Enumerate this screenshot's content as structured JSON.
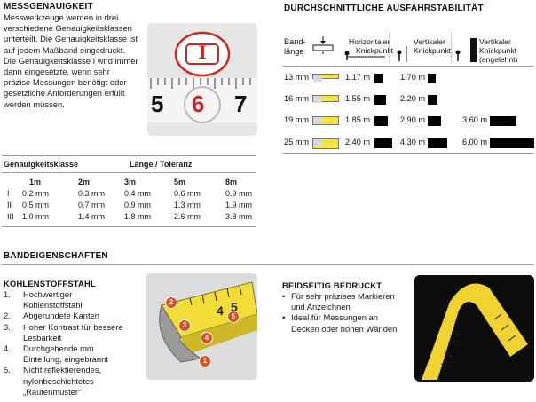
{
  "precision": {
    "heading": "MESSGENAUIGKEIT",
    "text": "Messwerkzeuge werden in drei verschiedene Genauigkeitsklassen unterteilt. Die Genauigkeitsklasse ist auf jedem Maßband eingedruckt. Die Genauigkeitsklasse I wird immer dann eingesetzte, wenn sehr präzise Messungen benötigt oder gesetzliche Anforderungen erfüllt werden müssen.",
    "photo": {
      "mark": "I",
      "digits": [
        "5",
        "6",
        "7"
      ]
    }
  },
  "tolerance_table": {
    "col1_header": "Genauigkeitsklasse",
    "col2_header": "Länge / Toleranz",
    "lengths": [
      "1m",
      "2m",
      "3m",
      "5m",
      "8m"
    ],
    "rows": [
      {
        "cls": "I",
        "values": [
          "0.2 mm",
          "0.3 mm",
          "0.4 mm",
          "0.6 mm",
          "0.9 mm"
        ]
      },
      {
        "cls": "II",
        "values": [
          "0.5 mm",
          "0.7 mm",
          "0.9 mm",
          "1.3 mm",
          "1.9 mm"
        ]
      },
      {
        "cls": "III",
        "values": [
          "1.0 mm",
          "1.4 mm",
          "1.8 mm",
          "2.6 mm",
          "3.8 mm"
        ]
      }
    ]
  },
  "stability": {
    "heading": "DURCHSCHNITTLICHE AUSFAHRSTABILITÄT",
    "band_label_1": "Band-",
    "band_label_2": "länge",
    "col_horizontal_1": "Horizontaler",
    "col_horizontal_2": "Knickpunkt",
    "col_vertical_1": "Vertikaler",
    "col_vertical_2": "Knickpunkt",
    "col_leaning_1": "Vertikaler",
    "col_leaning_2": "Knickpunkt",
    "col_leaning_3": "(angelehnt)",
    "max_scale_m": 6.0,
    "rows": [
      {
        "width": "13 mm",
        "horizontal": "1.17 m",
        "horizontal_m": 1.17,
        "vertical": "1.70 m",
        "vertical_m": 1.7,
        "leaning": "",
        "leaning_m": 0
      },
      {
        "width": "16 mm",
        "horizontal": "1.55 m",
        "horizontal_m": 1.55,
        "vertical": "2.20 m",
        "vertical_m": 2.2,
        "leaning": "",
        "leaning_m": 0
      },
      {
        "width": "19 mm",
        "horizontal": "1.85 m",
        "horizontal_m": 1.85,
        "vertical": "2.90 m",
        "vertical_m": 2.9,
        "leaning": "3.60 m",
        "leaning_m": 3.6
      },
      {
        "width": "25 mm",
        "horizontal": "2.40 m",
        "horizontal_m": 2.4,
        "vertical": "4.30 m",
        "vertical_m": 4.3,
        "leaning": "6.00 m",
        "leaning_m": 6.0
      }
    ]
  },
  "band": {
    "heading": "BANDEIGENSCHAFTEN",
    "steel_heading": "KOHLENSTOFFSTAHL",
    "steel_items": [
      {
        "num": "1.",
        "line1": "Hochwertiger",
        "line2": "Kohlenstoffstahl"
      },
      {
        "num": "2.",
        "line1": "Abgerundete Kanten",
        "line2": ""
      },
      {
        "num": "3.",
        "line1": "Hoher Kontrast für bessere",
        "line2": "Lesbarkeit"
      },
      {
        "num": "4.",
        "line1": "Durchgehende mm",
        "line2": "Einteilung, eingebrannt"
      },
      {
        "num": "5.",
        "line1": "Nicht reflektierendes,",
        "line2": "nylonbeschichtetes"
      }
    ],
    "steel_item5_line3": "„Rautenmuster“",
    "callouts": [
      "1",
      "2",
      "3",
      "4",
      "5"
    ],
    "printed_heading": "BEIDSEITIG BEDRUCKT",
    "printed_items": [
      {
        "line1": "Für sehr präzises Markieren",
        "line2": "und Anzeichnen"
      },
      {
        "line1": "Ideal für Messungen an",
        "line2": "Decken oder hohen Wänden"
      }
    ]
  },
  "colors": {
    "tape_yellow": "#f5e33a",
    "callout_orange": "#e0501e",
    "rule_grey": "#9a9a9a"
  }
}
